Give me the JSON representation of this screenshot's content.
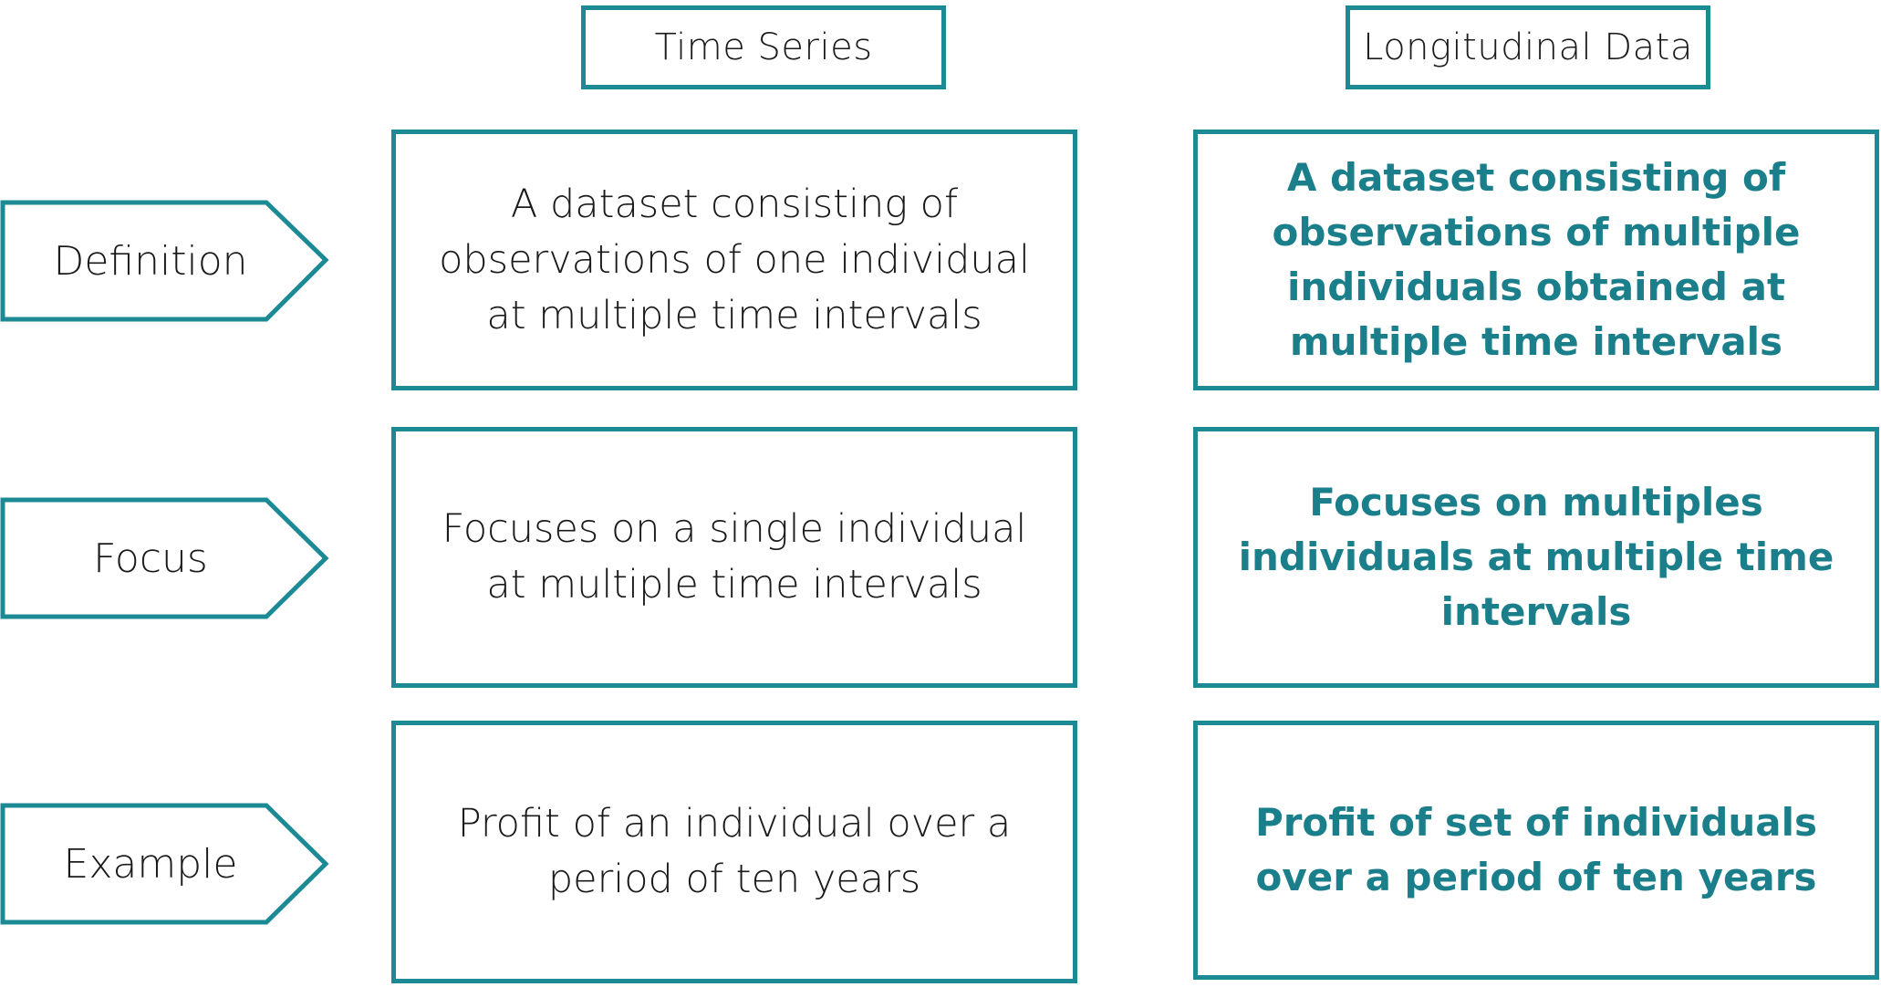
{
  "colors": {
    "border": "#1c8a95",
    "accent_text": "#1a7f8a",
    "body_text": "#1a1a1a",
    "background": "#ffffff"
  },
  "columns": {
    "time_series": "Time Series",
    "longitudinal": "Longitudinal Data"
  },
  "rows": [
    {
      "label": "Definition",
      "time_series": "A dataset consisting of observations of one individual at multiple time intervals",
      "longitudinal": "A dataset consisting of observations of multiple individuals obtained at multiple time intervals"
    },
    {
      "label": "Focus",
      "time_series": "Focuses on a single individual at multiple time intervals",
      "longitudinal": "Focuses on multiples individuals at multiple time intervals"
    },
    {
      "label": "Example",
      "time_series": "Profit of an individual over a period of ten years",
      "longitudinal": "Profit of set of individuals over a period of ten years"
    }
  ]
}
